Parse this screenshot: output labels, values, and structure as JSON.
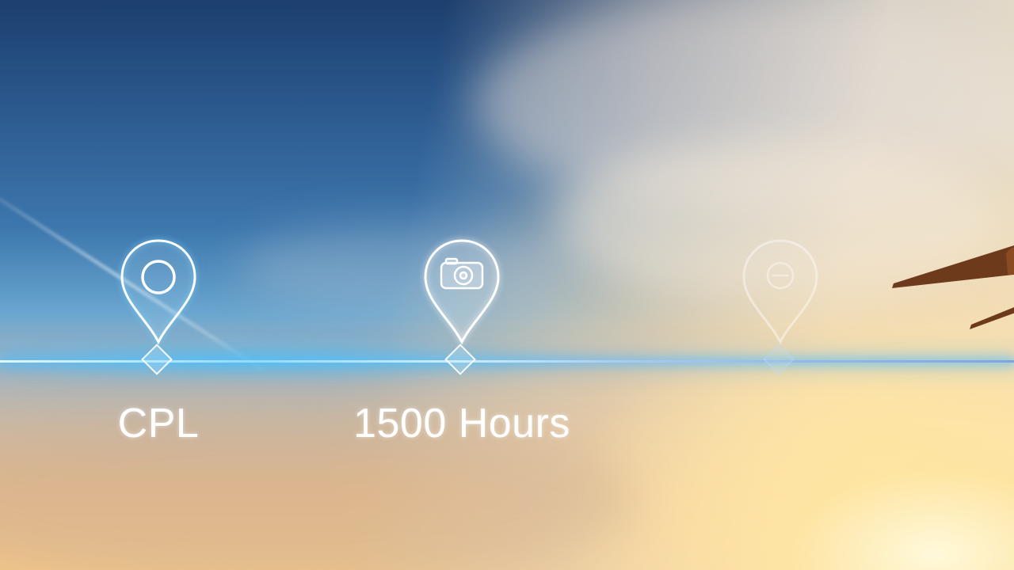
{
  "timeline": {
    "milestones": [
      {
        "label": "CPL",
        "icon": "target-circle-icon",
        "state": "active"
      },
      {
        "label": "1500 Hours",
        "icon": "camera-icon",
        "state": "active"
      },
      {
        "label": "",
        "icon": "faded-icon",
        "state": "upcoming"
      }
    ]
  },
  "colors": {
    "sky_top": "#1c3f6f",
    "line_glow": "#8fdcff",
    "sun": "#fff6d8",
    "aircraft": "#7a3f1c"
  }
}
